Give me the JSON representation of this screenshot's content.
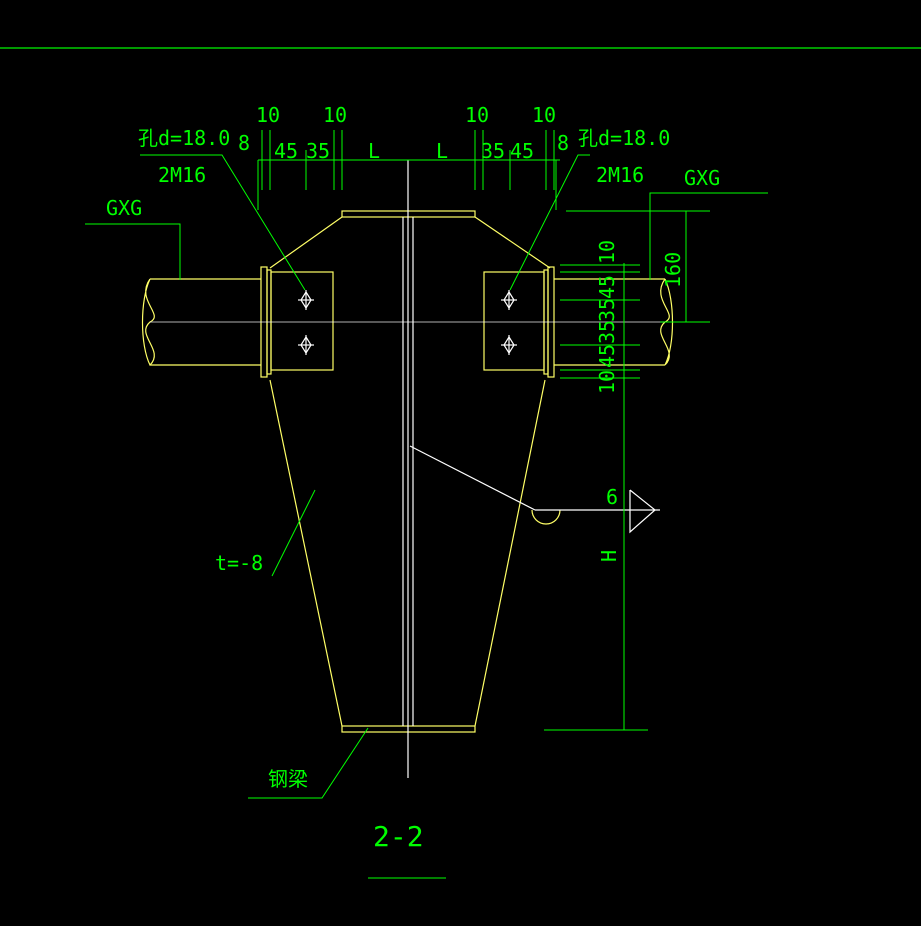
{
  "colors": {
    "background": "#000000",
    "dimension": "#00ff00",
    "geometry": "#ffff66",
    "steel": "#ffffff",
    "leader": "#00ff00"
  },
  "labels": {
    "hole_left": "孔d=18.0",
    "hole_right": "孔d=18.0",
    "bolts_left": "2M16",
    "bolts_right": "2M16",
    "gxg_left": "GXG",
    "gxg_right": "GXG",
    "thickness": "t=-8",
    "beam": "钢梁",
    "weld_size": "6",
    "section": "2-2"
  },
  "dims_top": {
    "left_10a": "10",
    "left_10b": "10",
    "left_8": "8",
    "left_45": "45",
    "left_35": "35",
    "left_L": "L",
    "right_L": "L",
    "right_35": "35",
    "right_45": "45",
    "right_8": "8",
    "right_10a": "10",
    "right_10b": "10"
  },
  "dims_right": {
    "v_10_top": "10",
    "v_45a": "45",
    "v_35a": "35",
    "v_35b": "35",
    "v_45b": "45",
    "v_10_bottom": "10",
    "v_160": "160",
    "v_H": "H"
  }
}
